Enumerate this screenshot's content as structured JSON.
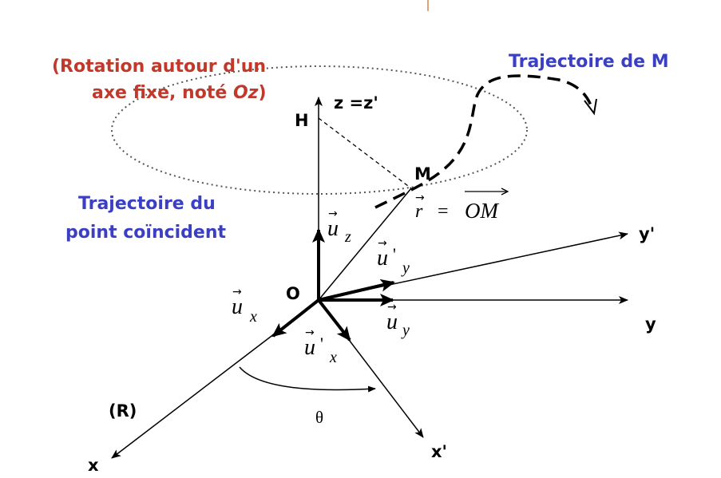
{
  "title_note_line1": "(Rotation autour d'un",
  "title_note_line2_prefix": "axe fixe, noté ",
  "title_note_line2_oz": "Oz",
  "title_note_line2_suffix": ")",
  "trajectory_m": "Trajectoire de M",
  "trajectory_coincident_line1": "Trajectoire du",
  "trajectory_coincident_line2": "point coïncident",
  "axis_z": "z =z'",
  "point_h": "H",
  "point_m": "M",
  "point_o": "O",
  "axis_y_prime": "y'",
  "axis_y": "y",
  "axis_x_prime": "x'",
  "axis_x": "x",
  "frame_r": "(R)",
  "angle_theta": "θ",
  "vec_r_eq": "= ",
  "vec_om": "OM",
  "vec_r": "r",
  "u": "u",
  "sub_z": "z",
  "sub_x": "x",
  "sub_y": "y",
  "prime": "'",
  "colors": {
    "red": "#c0392b",
    "blue": "#3a3fc4",
    "black": "#000000",
    "top_tick": "#e8a07a"
  }
}
